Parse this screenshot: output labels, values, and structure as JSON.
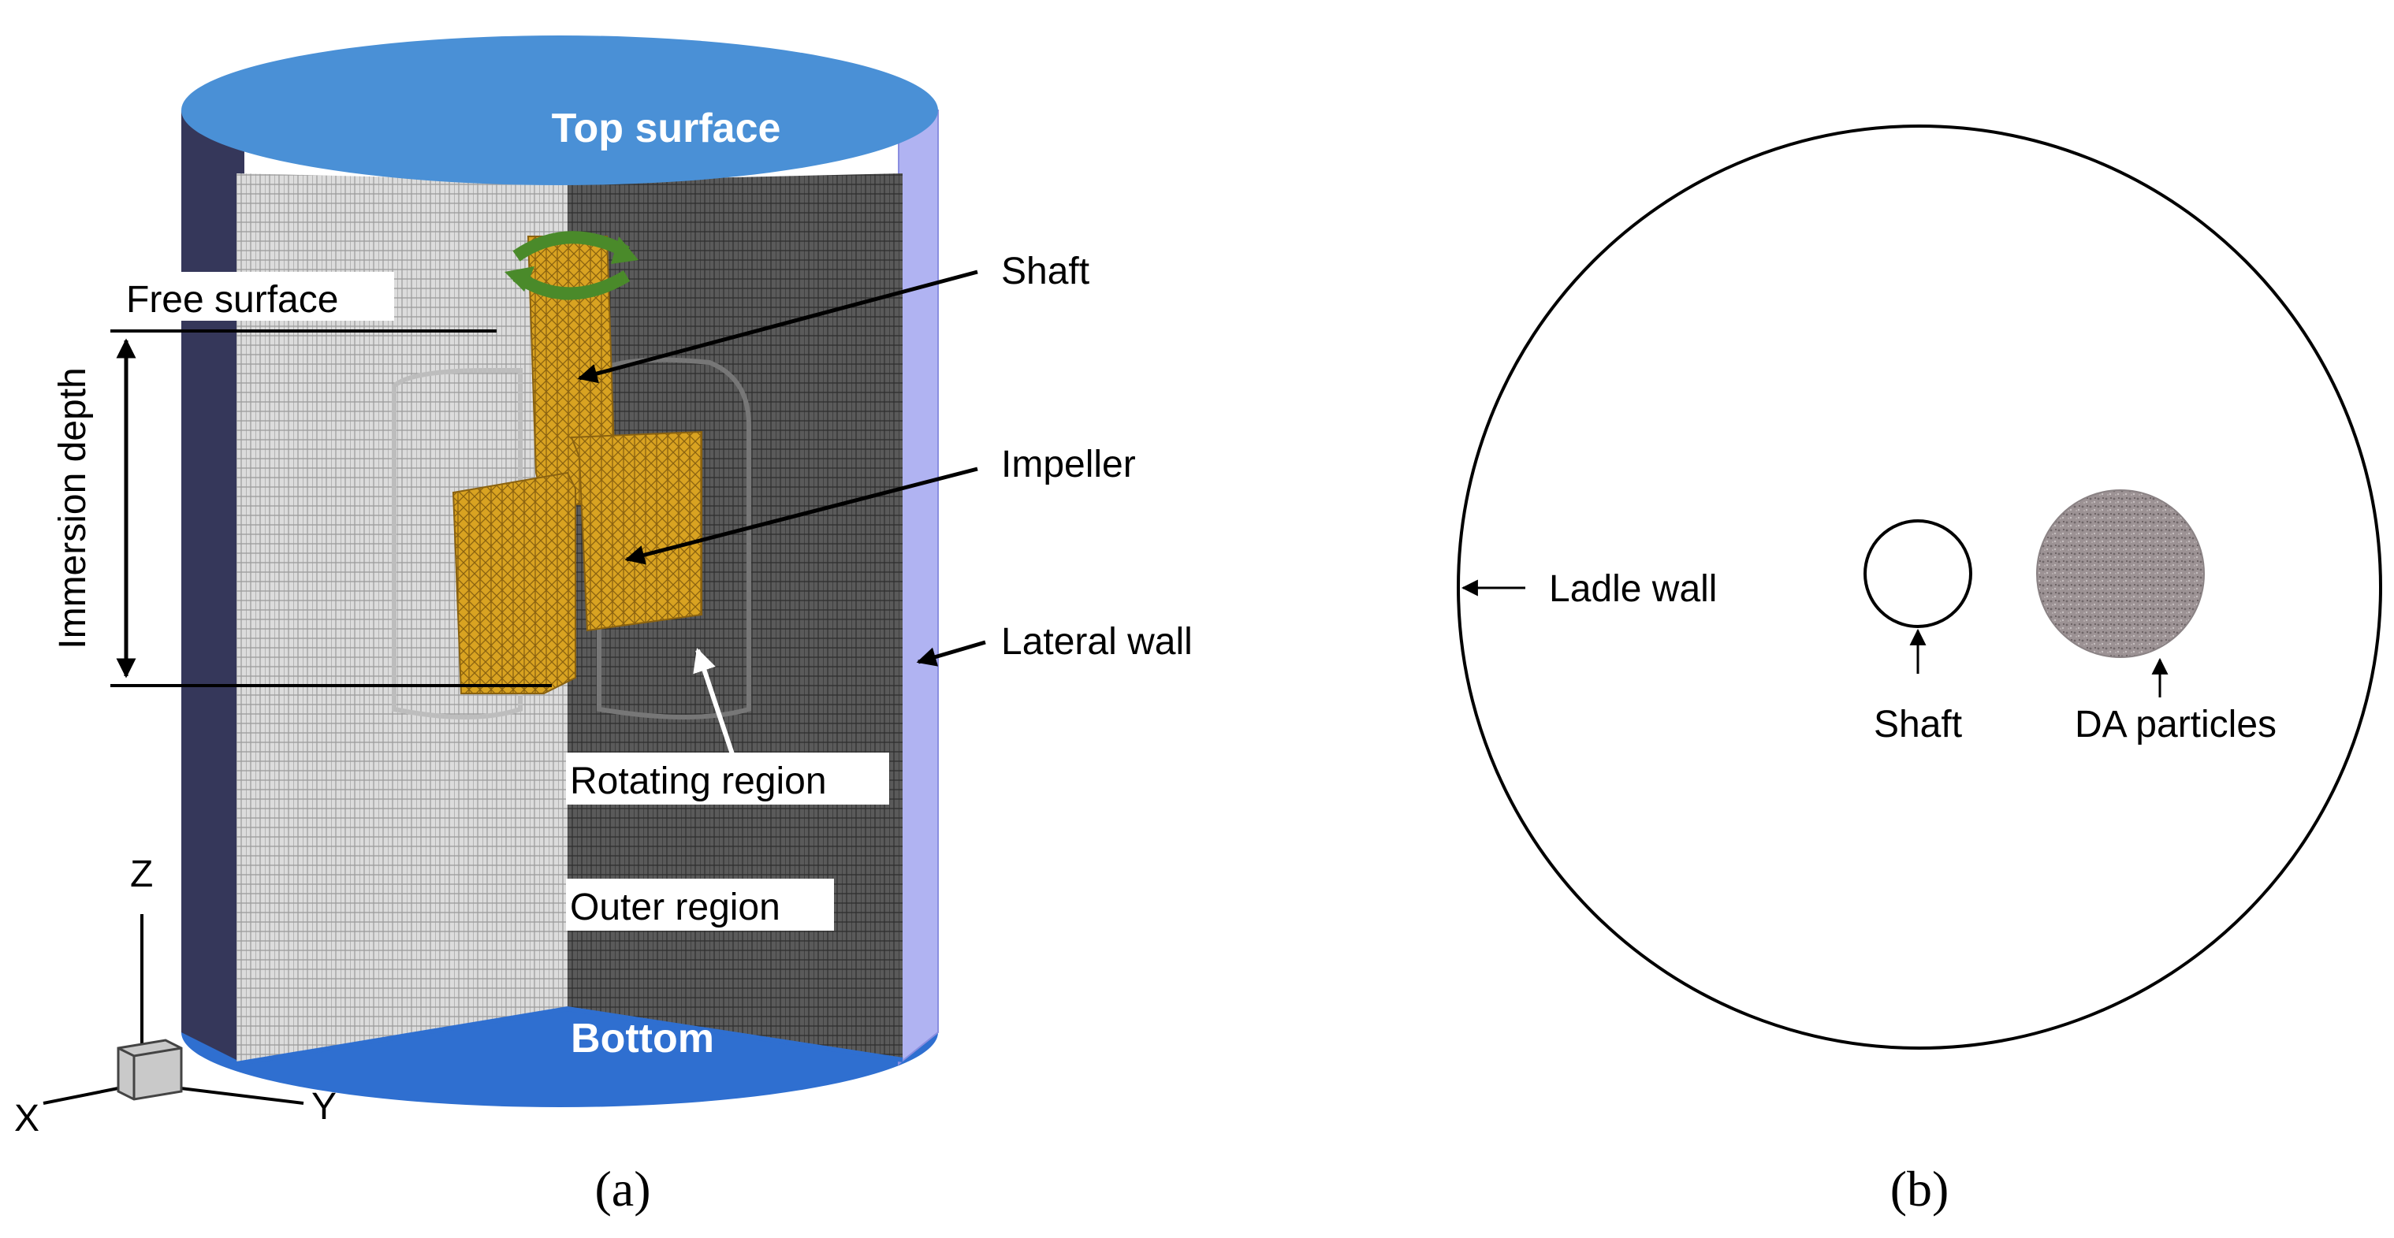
{
  "panel_a": {
    "caption": "(a)",
    "labels": {
      "top_surface": "Top surface",
      "bottom": "Bottom",
      "free_surface": "Free surface",
      "immersion_depth": "Immersion depth",
      "shaft": "Shaft",
      "impeller": "Impeller",
      "lateral_wall": "Lateral wall",
      "rotating_region": "Rotating region",
      "outer_region": "Outer region"
    },
    "axes": {
      "z": "Z",
      "x": "X",
      "y": "Y"
    },
    "colors": {
      "top_surface": "#4a90d6",
      "bottom_surface": "#2f6fd0",
      "left_wall": "#35375a",
      "right_wall": "#b0b3f2",
      "mesh_light": "#d4d4d4",
      "mesh_dark": "#4a4a4a",
      "impeller": "#d9a321",
      "rotation_arrow": "#4a8a2a"
    }
  },
  "panel_b": {
    "caption": "(b)",
    "labels": {
      "ladle_wall": "Ladle wall",
      "shaft": "Shaft",
      "da_particles": "DA particles"
    },
    "colors": {
      "da_particles": "#9c9294"
    }
  }
}
